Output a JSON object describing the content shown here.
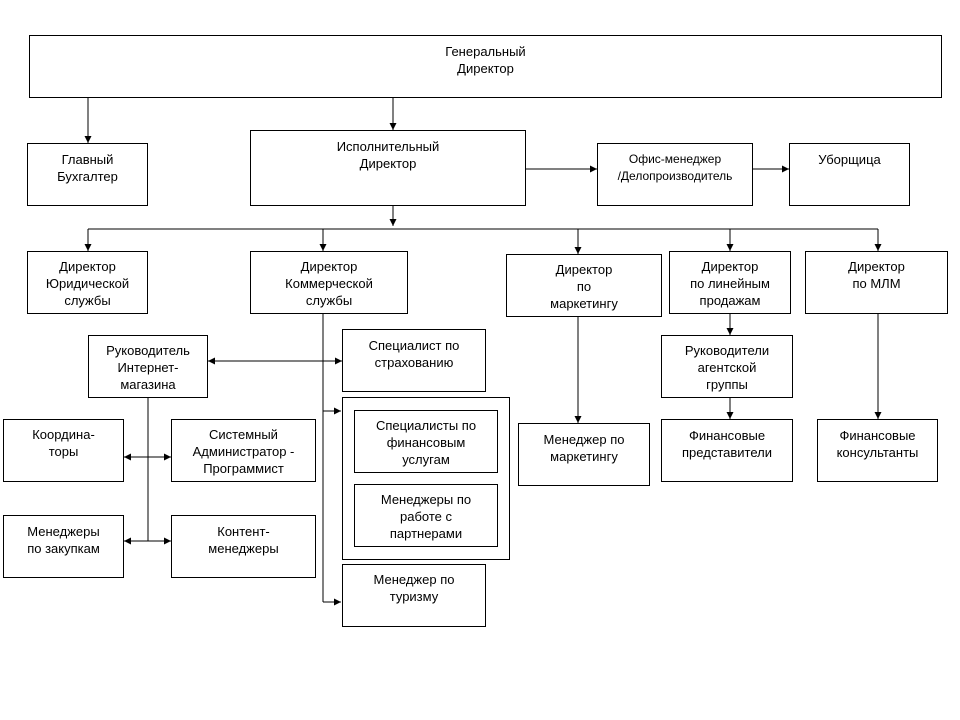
{
  "org_chart": {
    "general_director": "Генеральный\nДиректор",
    "chief_accountant": "Главный\nБухгалтер",
    "executive_director": "Исполнительный\nДиректор",
    "office_manager": "Офис-менеджер\n/Делопроизводитель",
    "cleaner": "Уборщица",
    "legal_director": "Директор\nЮридической\nслужбы",
    "commercial_director": "Директор\nКоммерческой\nслужбы",
    "marketing_director": "Директор\nпо\nмаркетингу",
    "line_sales_director": "Директор\nпо линейным\nпродажам",
    "mlm_director": "Директор\nпо МЛМ",
    "eshop_head": "Руководитель\nИнтернет-\nмагазина",
    "insurance_specialist": "Специалист по\nстрахованию",
    "coordinators": "Координа-\nторы",
    "sysadmin": "Системный\nАдминистратор -\nПрограммист",
    "purchasing_managers": "Менеджеры\nпо закупкам",
    "content_managers": "Контент-\nменеджеры",
    "financial_services_specialists": "Специалисты по\nфинансовым\nуслугам",
    "partner_managers": "Менеджеры по\nработе с\nпартнерами",
    "tourism_manager": "Менеджер по\nтуризму",
    "marketing_manager": "Менеджер по\nмаркетингу",
    "agent_group_heads": "Руководители\nагентской\nгруппы",
    "financial_representatives": "Финансовые\nпредставители",
    "financial_consultants": "Финансовые\nконсультанты"
  }
}
